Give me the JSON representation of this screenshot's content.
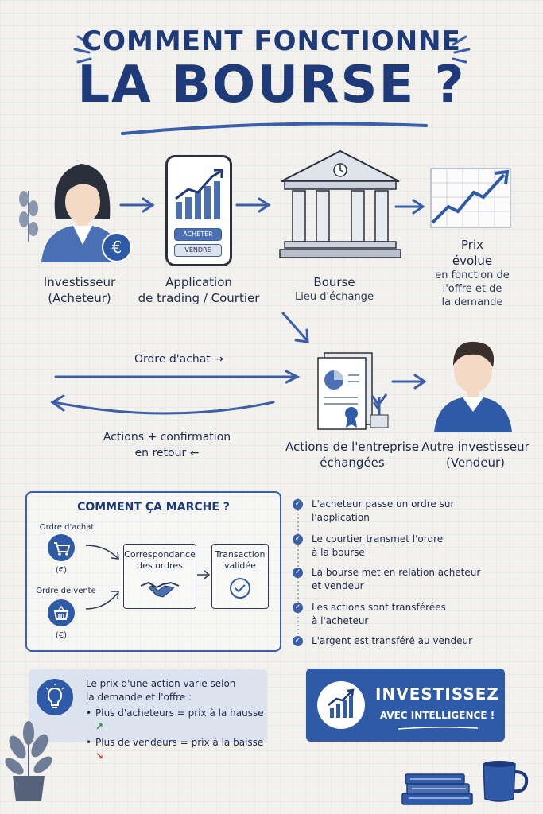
{
  "title": {
    "line1": "COMMENT FONCTIONNE",
    "line2": "LA BOURSE ?"
  },
  "flow": {
    "investisseur": {
      "name": "Investisseur",
      "role": "(Acheteur)"
    },
    "application": {
      "line1": "Application",
      "line2": "de trading / Courtier",
      "buy_button": "ACHETER",
      "sell_button": "VENDRE"
    },
    "bourse": {
      "name": "Bourse",
      "desc": "Lieu d'échange"
    },
    "prix": {
      "line1": "Prix",
      "line2": "évolue",
      "line3": "en fonction de",
      "line4": "l'offre et de",
      "line5": "la demande"
    },
    "ordre_achat": "Ordre d'achat →",
    "retour_line1": "Actions + confirmation",
    "retour_line2": "en retour ←",
    "actions": {
      "line1": "Actions de l'entreprise",
      "line2": "échangées"
    },
    "autre": {
      "name": "Autre investisseur",
      "role": "(Vendeur)"
    }
  },
  "how_box": {
    "title": "COMMENT ÇA MARCHE ?",
    "buy_order": "Ordre d'achat",
    "buy_currency": "(€)",
    "sell_order": "Ordre de vente",
    "sell_currency": "(€)",
    "matching_line1": "Correspondance",
    "matching_line2": "des ordres",
    "transaction_line1": "Transaction",
    "transaction_line2": "validée"
  },
  "steps": [
    {
      "line1": "L'acheteur passe un ordre sur",
      "line2": "l'application"
    },
    {
      "line1": "Le courtier transmet l'ordre",
      "line2": "à la bourse"
    },
    {
      "line1": "La bourse met en relation acheteur",
      "line2": "et vendeur"
    },
    {
      "line1": "Les actions sont transférées",
      "line2": "à l'acheteur"
    },
    {
      "line1": "L'argent est transféré au vendeur",
      "line2": ""
    }
  ],
  "tip": {
    "line1": "Le prix d'une action varie selon",
    "line2": "la demande et l'offre :",
    "bullet1": "Plus d'acheteurs = prix à la hausse",
    "bullet2": "Plus de vendeurs = prix à la baisse"
  },
  "cta": {
    "line1": "INVESTISSEZ",
    "line2": "AVEC INTELLIGENCE !"
  },
  "colors": {
    "primary": "#2f5aa8",
    "navy": "#1f3a78",
    "up": "#2e8b3a",
    "down": "#c0392b"
  }
}
